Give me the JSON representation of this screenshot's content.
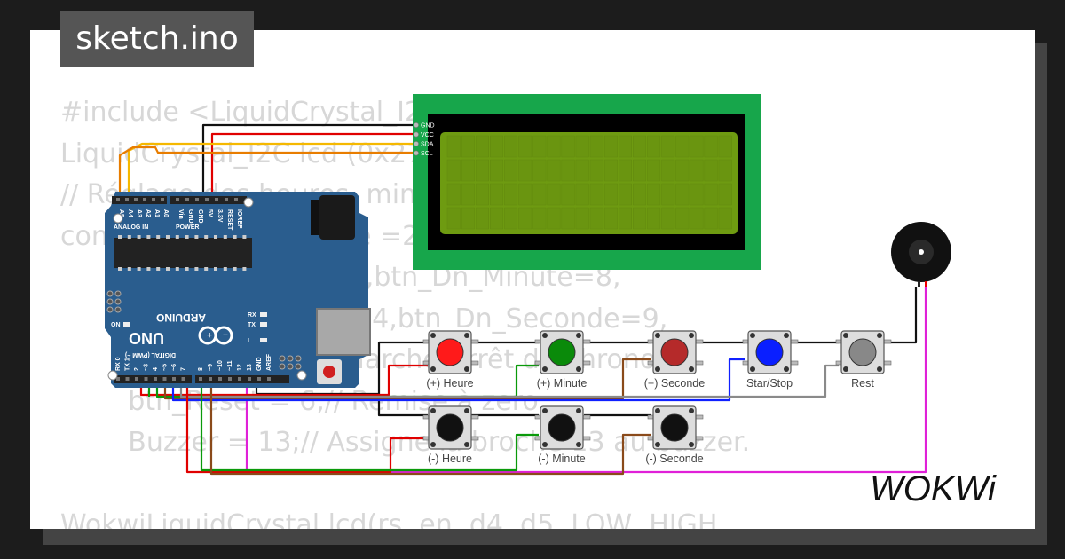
{
  "title": "sketch.ino",
  "code_lines": [
    "#include <LiquidCrystal_I2C.h>",
    "LiquidCrystal_I2C lcd (0x27, 20, 4);",
    "// Réglage des heures, minutes, secondes",
    "const int btn_Up_Heure =2, btn_Dn_Heure=7,",
    "        btn_Up_Minute=3,btn_Dn_Minute=8,",
    "        btn_Up_Seconde=4,btn_Dn_Seconde=9,",
    "        btn_Start = 5,// Marche/Arrêt du chrono.",
    "        btn_Reset = 6,// Remise à zero.",
    "        Buzzer = 13;// Assigne la broche 13 au buzzer.",
    "",
    "WokwiLiquidCrystal lcd(rs, en, d4, d5, LOW, HIGH"
  ],
  "lcd": {
    "pins": [
      "GND",
      "VCC",
      "SDA",
      "SCL"
    ],
    "rows": 4,
    "cols": 20
  },
  "arduino": {
    "brand": "ARDUINO",
    "model": "UNO",
    "header_analog": [
      "A5",
      "A4",
      "A3",
      "A2",
      "A1",
      "A0"
    ],
    "header_analog_title": "ANALOG IN",
    "header_power": [
      "Vin",
      "GND",
      "GND",
      "5V",
      "3.3V",
      "RESET",
      "IOREF"
    ],
    "header_power_title": "POWER",
    "header_digital": [
      "AREF",
      "GND",
      "13",
      "12",
      "~11",
      "~10",
      "~9",
      "8",
      "7",
      "~6",
      "~5",
      "4",
      "~3",
      "2",
      "TX 1",
      "RX 0"
    ],
    "header_digital_title": "DIGITAL (PWM ~)",
    "leds": [
      "ON",
      "L",
      "TX",
      "RX"
    ]
  },
  "buttons": [
    {
      "label": "(+) Heure",
      "color": "#ff1a1a"
    },
    {
      "label": "(+) Minute",
      "color": "#0a8a0a"
    },
    {
      "label": "(+) Seconde",
      "color": "#b52a2a"
    },
    {
      "label": "Star/Stop",
      "color": "#0a1fff"
    },
    {
      "label": "Rest",
      "color": "#888888"
    },
    {
      "label": "(-) Heure",
      "color": "#111111"
    },
    {
      "label": "(-) Minute",
      "color": "#111111"
    },
    {
      "label": "(-) Seconde",
      "color": "#111111"
    }
  ],
  "brand_logo": "WOKWi",
  "colors": {
    "wire_black": "#111111",
    "wire_red": "#e00000",
    "wire_yellow": "#f5b800",
    "wire_orange": "#e87d00",
    "wire_green": "#0a9a0a",
    "wire_brown": "#8a4a1a",
    "wire_blue": "#1020ff",
    "wire_gray": "#8a8a8a",
    "wire_magenta": "#e020d8",
    "pcb_blue": "#2a5d8e",
    "lcd_frame": "#17a64b",
    "lcd_screen": "#6e9b11"
  }
}
